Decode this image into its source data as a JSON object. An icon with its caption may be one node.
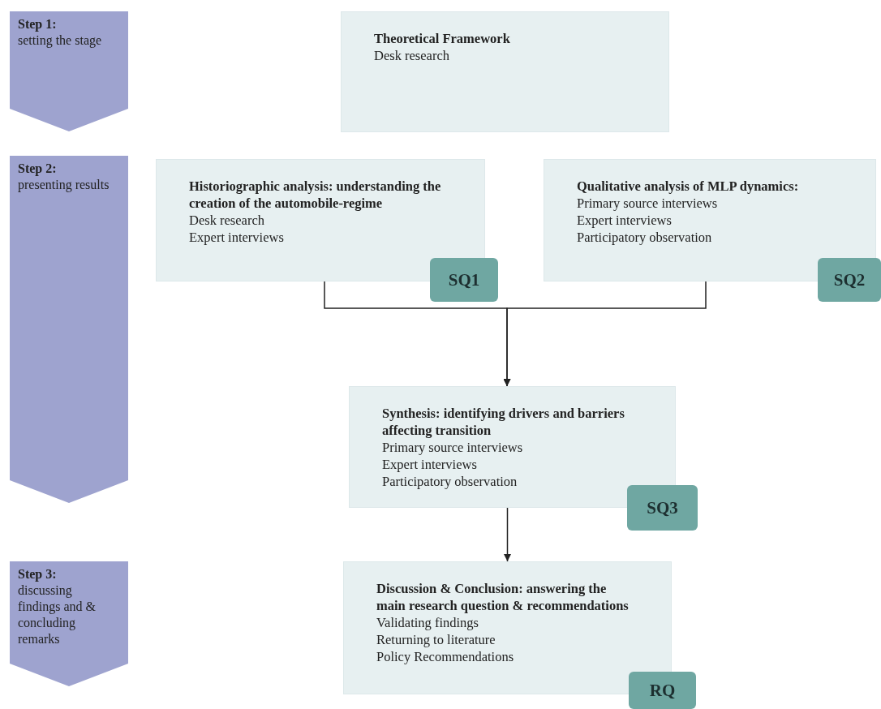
{
  "diagram": {
    "nodes": [
      {
        "text": [
          "Step 1:",
          "setting the stage"
        ]
      },
      {
        "text": [
          "Theoretical Framework",
          "Desk research"
        ]
      },
      {
        "text": [
          "Step 2:",
          "presenting results"
        ]
      },
      {
        "text": [
          "Historiographic analysis: understanding the creation of the automobile-regime",
          "Desk research",
          "Expert interviews"
        ]
      },
      {
        "text": [
          "SQ1"
        ]
      },
      {
        "text": [
          "Qualitative analysis of MLP dynamics:",
          "Primary source interviews",
          "Expert interviews",
          "Participatory observation"
        ]
      },
      {
        "text": [
          "SQ2"
        ]
      },
      {
        "text": [
          "Synthesis: identifying drivers and barriers affecting transition",
          "Primary source interviews",
          "Expert interviews",
          "Participatory observation"
        ]
      },
      {
        "text": [
          "SQ3"
        ]
      },
      {
        "text": [
          "Step 3:",
          "discussing findings and & concluding remarks"
        ]
      },
      {
        "text": [
          "Discussion & Conclusion: answering the main research question & recommendations",
          "Validating findings",
          "Returning to literature",
          "Policy Recommendations"
        ]
      },
      {
        "text": [
          "RQ"
        ]
      }
    ],
    "edges": [
      {
        "from": 3,
        "to": 7,
        "arrow": "to"
      },
      {
        "from": 5,
        "to": 7,
        "arrow": "to"
      },
      {
        "from": 7,
        "to": 10,
        "arrow": "to"
      }
    ]
  }
}
